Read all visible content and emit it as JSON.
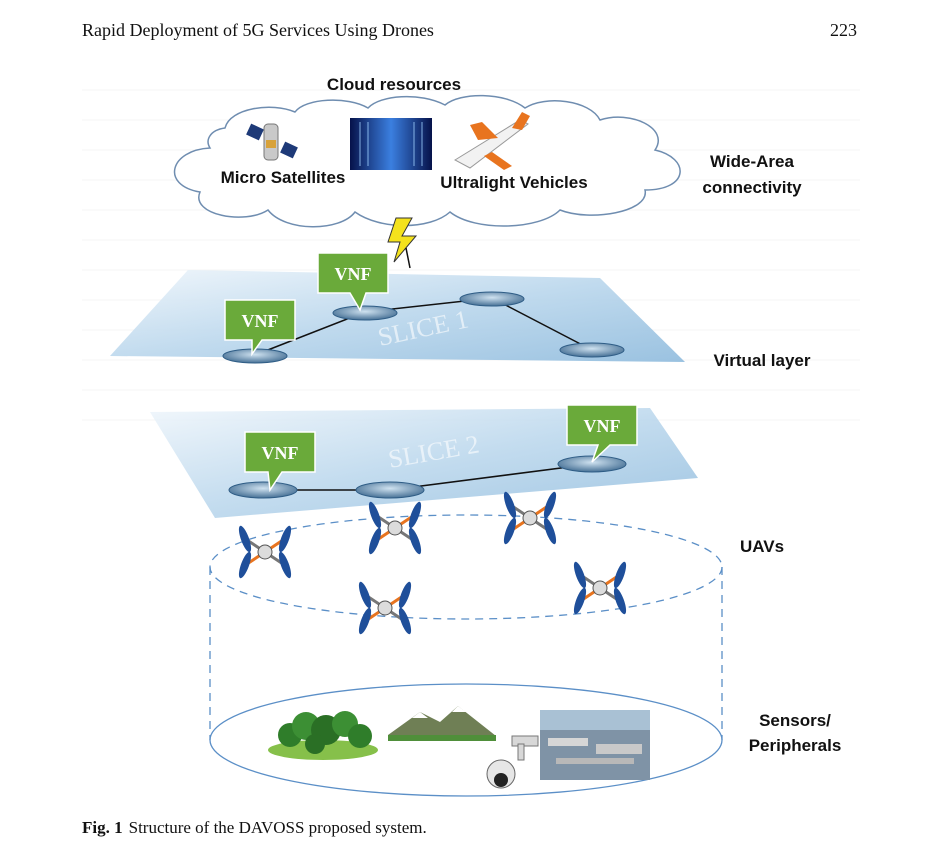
{
  "header": {
    "running_title": "Rapid Deployment of 5G Services Using Drones",
    "page_number": "223"
  },
  "figure": {
    "cloud_title": "Cloud resources",
    "cloud_items": [
      "Micro Satellites",
      "Ultralight Vehicles"
    ],
    "slice1_label": "SLICE 1",
    "slice2_label": "SLICE 2",
    "vnf_label": "VNF",
    "layers": {
      "wide_area_line1": "Wide-Area",
      "wide_area_line2": "connectivity",
      "virtual": "Virtual layer",
      "uavs": "UAVs",
      "sensors_line1": "Sensors/",
      "sensors_line2": "Peripherals"
    },
    "colors": {
      "vnf_green": "#6aaa3a",
      "slice_blue": "#a9cbe3",
      "lightning": "#f4e21c",
      "dashed_outline": "#5b8fc7"
    }
  },
  "caption": {
    "number": "Fig. 1",
    "text": "Structure of the DAVOSS proposed system."
  }
}
